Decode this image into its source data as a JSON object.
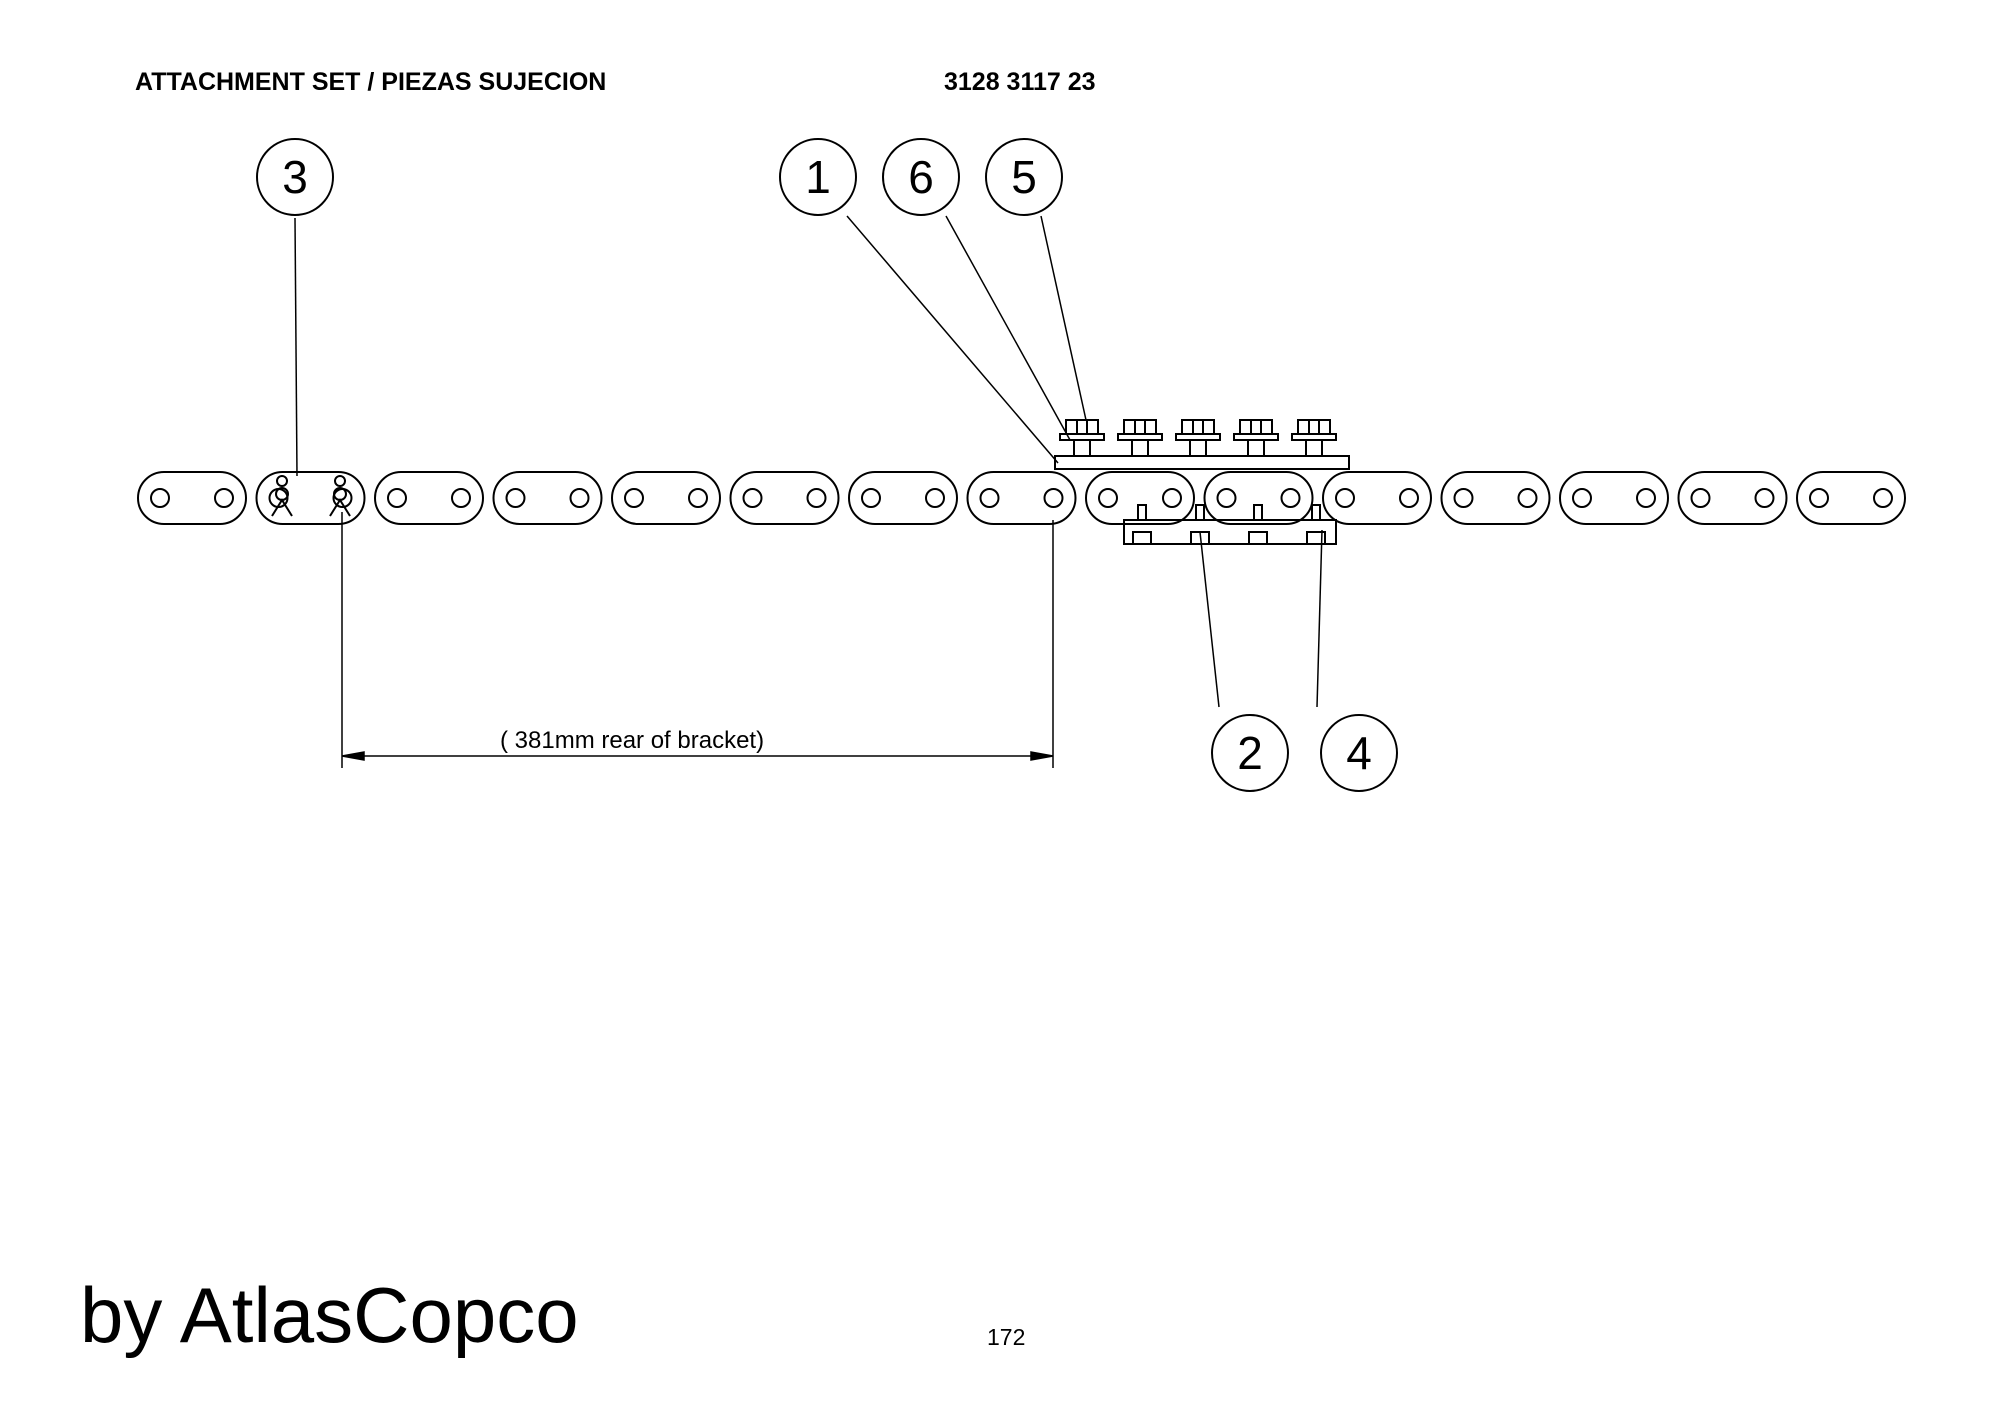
{
  "header": {
    "title": "ATTACHMENT SET / PIEZAS SUJECION",
    "part_number": "3128 3117 23"
  },
  "diagram": {
    "callouts": [
      "3",
      "1",
      "6",
      "5",
      "2",
      "4"
    ],
    "dimension_label": "( 381mm rear of bracket)"
  },
  "footer": {
    "brand": "by AtlasCopco",
    "page_number": "172"
  }
}
